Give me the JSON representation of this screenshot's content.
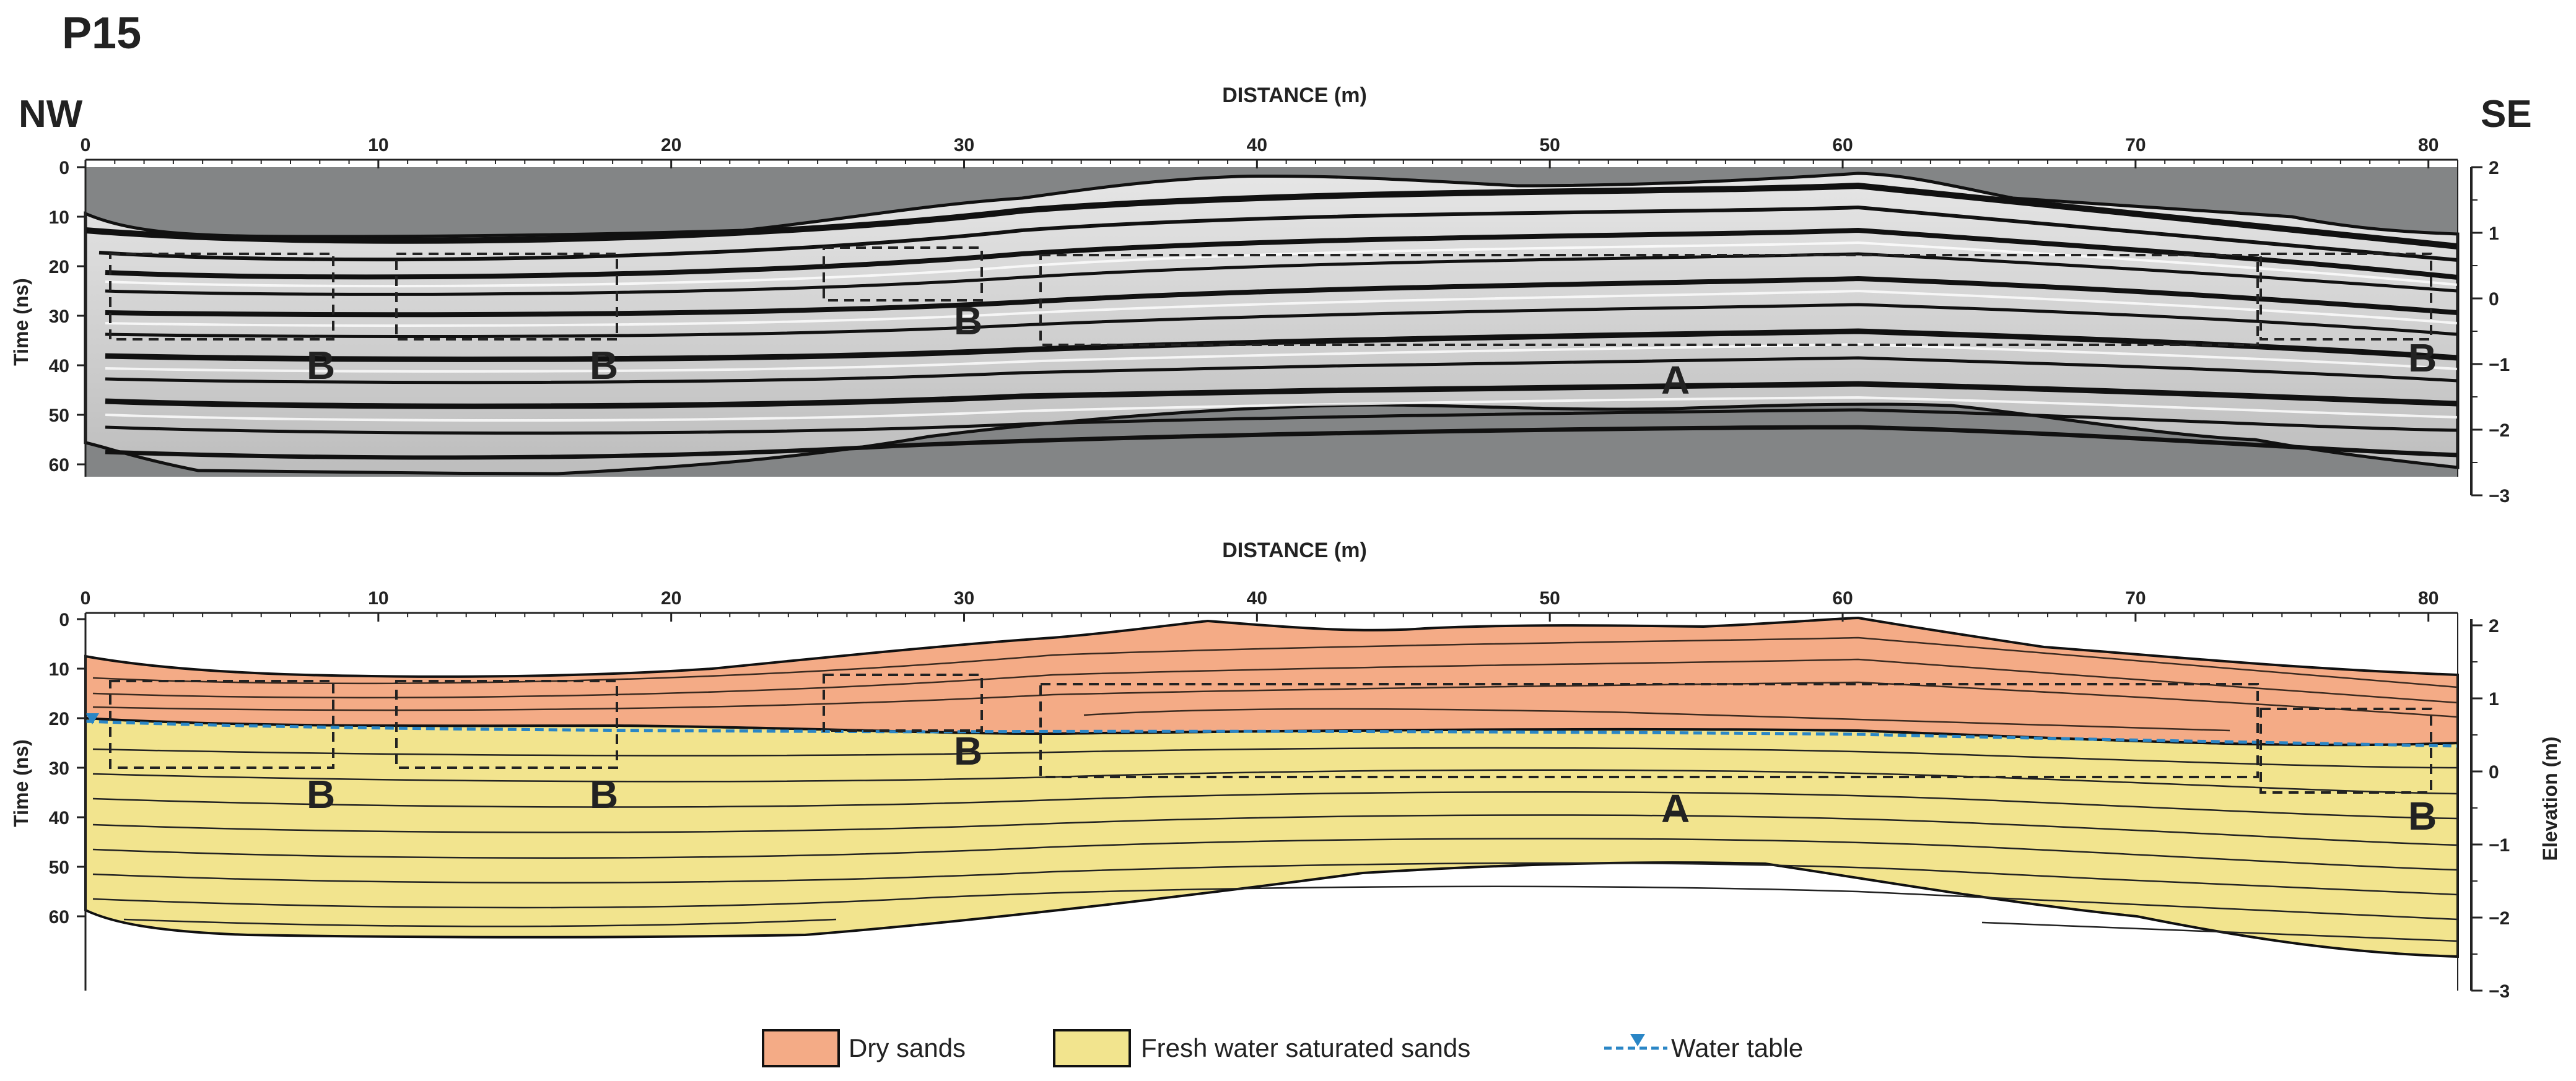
{
  "figure": {
    "profile_id": "P15",
    "dir_left": "NW",
    "dir_right": "SE",
    "top_panel": {
      "x_title": "DISTANCE (m)",
      "y_title": "Time (ns)",
      "x_ticks": [
        "0",
        "10",
        "20",
        "30",
        "40",
        "50",
        "60",
        "70",
        "80"
      ],
      "y_ticks": [
        "0",
        "10",
        "20",
        "30",
        "40",
        "50",
        "60"
      ],
      "elev_ticks": [
        "2",
        "1",
        "0",
        "−1",
        "−2",
        "−3"
      ],
      "zone_labels": [
        "B",
        "B",
        "B",
        "A",
        "B"
      ]
    },
    "bottom_panel": {
      "x_title": "DISTANCE (m)",
      "y_title": "Time (ns)",
      "elev_title": "Elevation (m)",
      "x_ticks": [
        "0",
        "10",
        "20",
        "30",
        "40",
        "50",
        "60",
        "70",
        "80"
      ],
      "y_ticks": [
        "0",
        "10",
        "20",
        "30",
        "40",
        "50",
        "60"
      ],
      "elev_ticks": [
        "2",
        "1",
        "0",
        "−1",
        "−2",
        "−3"
      ],
      "zone_labels": [
        "B",
        "B",
        "B",
        "A",
        "B"
      ]
    },
    "legend": [
      {
        "label": "Dry sands",
        "color": "#f4ab86"
      },
      {
        "label": "Fresh water saturated sands",
        "color": "#f2e48e"
      },
      {
        "label": "Water table",
        "color": "#2a86c6"
      }
    ]
  }
}
